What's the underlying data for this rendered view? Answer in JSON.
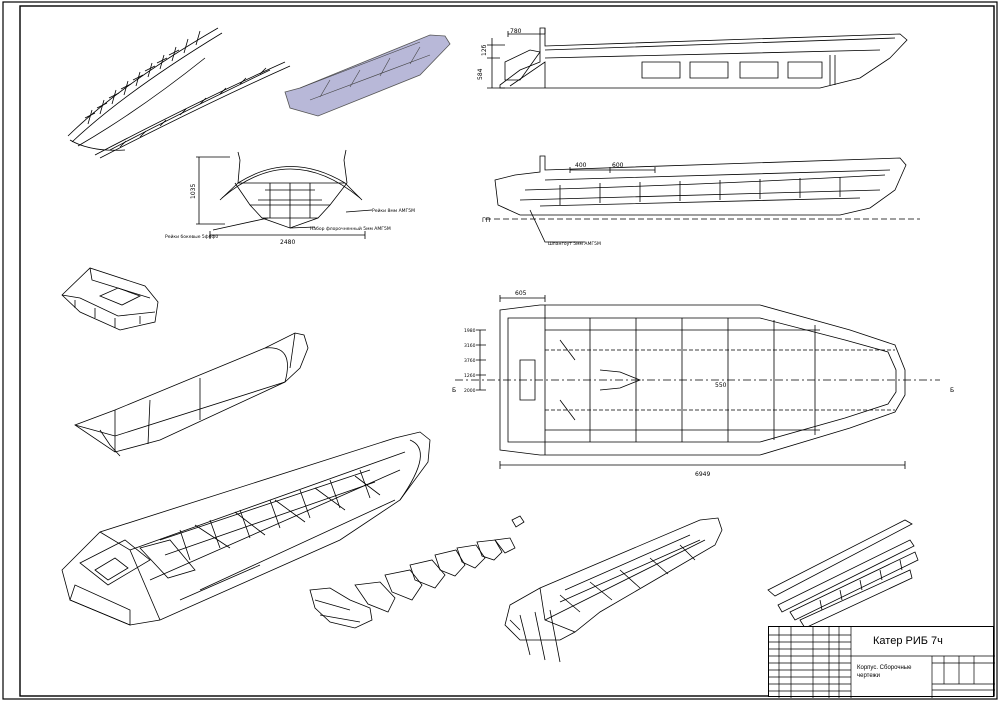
{
  "title_block": {
    "title": "Катер РИБ 7ч",
    "subtitle_line1": "Корпус. Сборочные",
    "subtitle_line2": "чертежи"
  },
  "dimensions": {
    "side_top_width": "780",
    "side_height_a": "12б",
    "side_height_b": "584",
    "section_height": "1035",
    "section_width": "2480",
    "section_label_left": "Рейки бокевые 5ф0ф0",
    "section_label_right": "Рейки 8мм АМГ5М",
    "section_label_center": "Набор флорочненный 5мм АМГ5М",
    "side2_dim_a": "400",
    "side2_dim_b": "600",
    "side2_label": "Шпангоут 5мм АМГ5М",
    "side2_waterline": "ГП",
    "plan_width_top": "605",
    "plan_length": "6949",
    "plan_center_dim": "550",
    "plan_left_dims": [
      "1980",
      "3160",
      "3760",
      "1260",
      "2000"
    ],
    "plan_axis_left": "Б",
    "plan_axis_right": "Б"
  }
}
